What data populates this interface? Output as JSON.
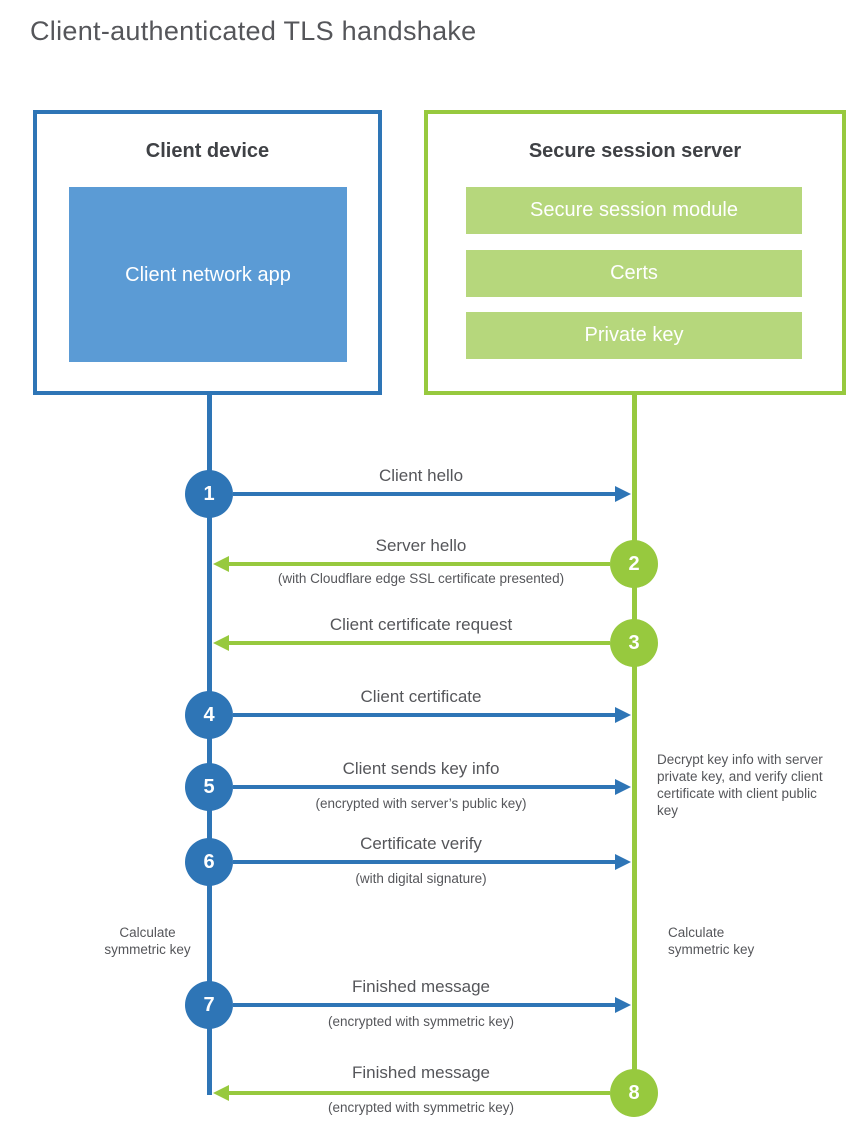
{
  "title": "Client-authenticated TLS handshake",
  "colors": {
    "client_accent": "#2e75b6",
    "client_fill": "#5b9bd5",
    "server_accent": "#97c93e",
    "server_fill": "#b6d77c",
    "text_gray": "#55565a",
    "heading_dark": "#3f4145"
  },
  "client_box": {
    "title": "Client device",
    "app_label": "Client network app"
  },
  "server_box": {
    "title": "Secure session server",
    "modules": [
      "Secure session module",
      "Certs",
      "Private key"
    ]
  },
  "steps": [
    {
      "num": "1",
      "actor": "client",
      "direction": "right",
      "label": "Client hello",
      "sublabel": ""
    },
    {
      "num": "2",
      "actor": "server",
      "direction": "left",
      "label": "Server hello",
      "sublabel": "(with Cloudflare edge SSL certificate presented)"
    },
    {
      "num": "3",
      "actor": "server",
      "direction": "left",
      "label": "Client certificate request",
      "sublabel": ""
    },
    {
      "num": "4",
      "actor": "client",
      "direction": "right",
      "label": "Client certificate",
      "sublabel": ""
    },
    {
      "num": "5",
      "actor": "client",
      "direction": "right",
      "label": "Client sends key info",
      "sublabel": "(encrypted with server’s public key)"
    },
    {
      "num": "6",
      "actor": "client",
      "direction": "right",
      "label": "Certificate verify",
      "sublabel": "(with digital signature)"
    },
    {
      "num": "7",
      "actor": "client",
      "direction": "right",
      "label": "Finished message",
      "sublabel": "(encrypted with symmetric key)"
    },
    {
      "num": "8",
      "actor": "server",
      "direction": "left",
      "label": "Finished message",
      "sublabel": "(encrypted with symmetric key)"
    }
  ],
  "annotations": {
    "calculate_left": "Calculate symmetric key",
    "calculate_right": "Calculate symmetric key",
    "decrypt_note": "Decrypt key info with server private key, and verify client certificate with client public key"
  }
}
